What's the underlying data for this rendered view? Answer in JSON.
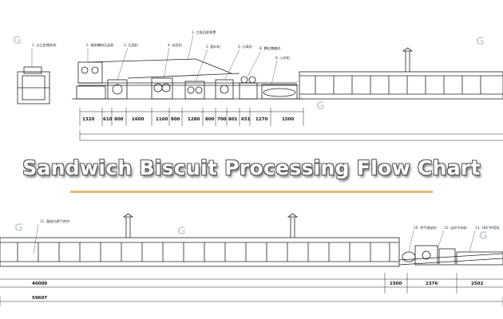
{
  "title": "Sandwich Biscuit Processing Flow Chart",
  "colors": {
    "title_underline": "#e8b77a",
    "line": "#222222",
    "watermark": "#d0d6dc"
  },
  "watermark_text": "G",
  "top_line": {
    "labels": [
      {
        "id": "l1",
        "text": "1. 过立卧搅拌机"
      },
      {
        "id": "l2",
        "text": "2. 辊刷撒粉压延机"
      },
      {
        "id": "l3",
        "text": "3. 压面机"
      },
      {
        "id": "l4",
        "text": "3. 三段回收装置"
      },
      {
        "id": "l5",
        "text": "4. 成型机"
      },
      {
        "id": "l6",
        "text": "5. 辊印机"
      },
      {
        "id": "l7",
        "text": "6. 分离机"
      },
      {
        "id": "l8",
        "text": "8. 撒粒撒糖机"
      },
      {
        "id": "l9",
        "text": "9. 入炉机"
      }
    ],
    "dimensions": [
      "1320",
      "610",
      "800",
      "1600",
      "1100",
      "800",
      "1280",
      "800",
      "700",
      "801",
      "651",
      "1270",
      "1500"
    ]
  },
  "bottom_line": {
    "labels": [
      {
        "id": "b1",
        "text": "11. 隧道式燃气烤炉"
      },
      {
        "id": "b2",
        "text": "10. 饼干输送机"
      },
      {
        "id": "b3",
        "text": "12. 出炉冷却机"
      },
      {
        "id": "b4",
        "text": "13. 180°转弯机"
      }
    ],
    "dimensions": [
      "40000",
      "1500",
      "2376",
      "2502"
    ],
    "total": "59607"
  }
}
